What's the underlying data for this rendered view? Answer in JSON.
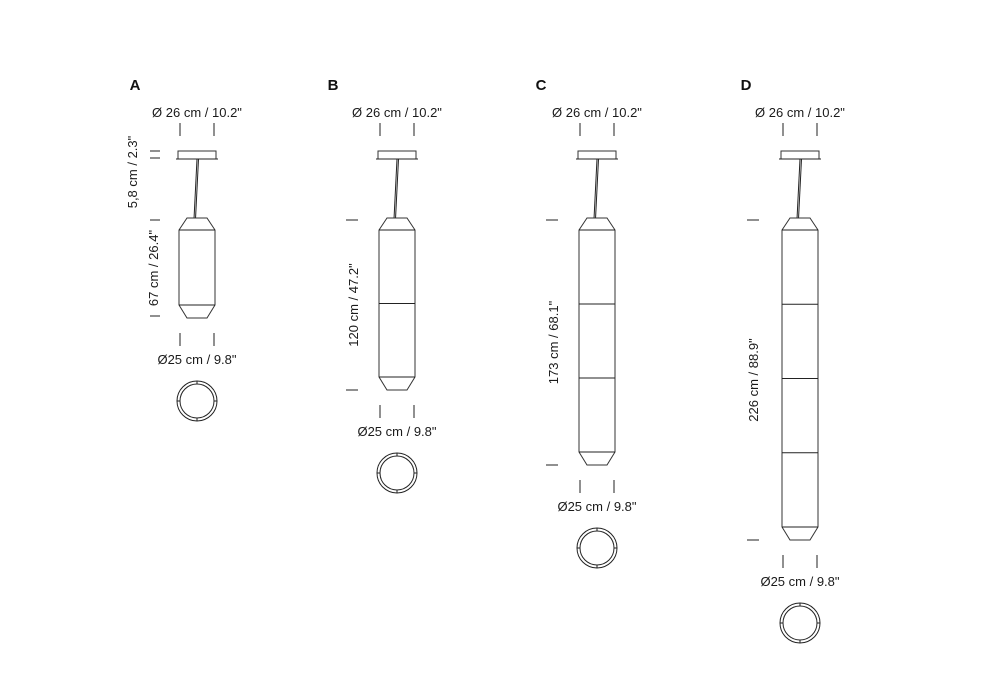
{
  "lamps": [
    {
      "id": "A",
      "canopy_diameter": "Ø 26 cm / 10.2\"",
      "canopy_height": "5,8 cm / 2.3\"",
      "height": "67 cm / 26.4\"",
      "shade_diameter": "Ø25 cm / 9.8\"",
      "segments": 1
    },
    {
      "id": "B",
      "canopy_diameter": "Ø 26 cm / 10.2\"",
      "height": "120 cm / 47.2\"",
      "shade_diameter": "Ø25 cm / 9.8\"",
      "segments": 2
    },
    {
      "id": "C",
      "canopy_diameter": "Ø 26 cm / 10.2\"",
      "height": "173 cm / 68.1\"",
      "shade_diameter": "Ø25 cm / 9.8\"",
      "segments": 3
    },
    {
      "id": "D",
      "canopy_diameter": "Ø 26 cm / 10.2\"",
      "height": "226 cm / 88.9\"",
      "shade_diameter": "Ø25 cm / 9.8\"",
      "segments": 4
    }
  ]
}
